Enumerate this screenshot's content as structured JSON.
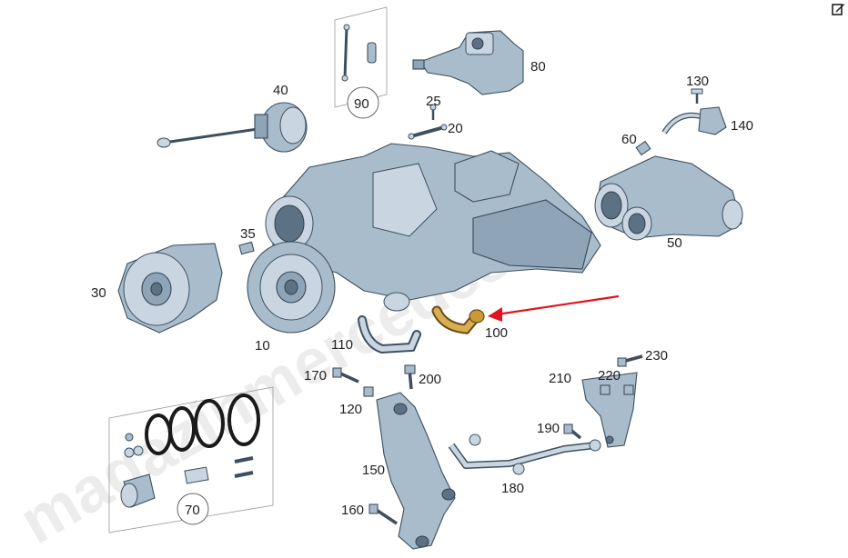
{
  "diagram": {
    "watermark": "magazinmercedes.ru",
    "labels": {
      "p10": "10",
      "p20": "20",
      "p25": "25",
      "p30": "30",
      "p35": "35",
      "p40": "40",
      "p50": "50",
      "p60": "60",
      "p70": "70",
      "p80": "80",
      "p90": "90",
      "p100": "100",
      "p110": "110",
      "p120": "120",
      "p130": "130",
      "p140": "140",
      "p150": "150",
      "p160": "160",
      "p170": "170",
      "p180": "180",
      "p190": "190",
      "p200": "200",
      "p210": "210",
      "p220": "220",
      "p230": "230"
    },
    "colors": {
      "arrow": "#e0141e",
      "highlight": "#c89a3a",
      "part": "#a9bccb"
    }
  },
  "toolbar": {
    "edit_icon": "edit-icon"
  }
}
